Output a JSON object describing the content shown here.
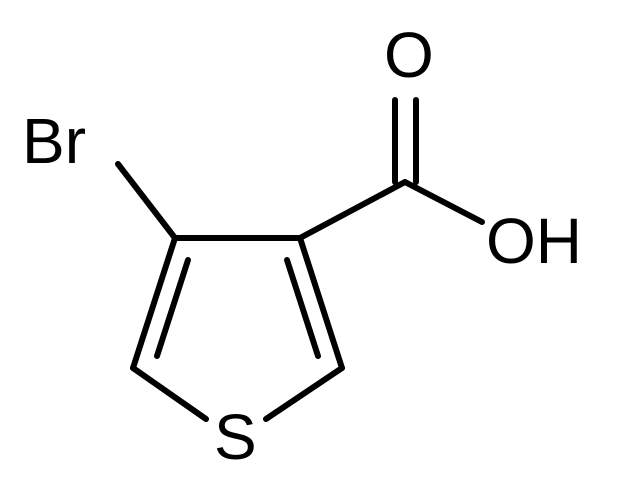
{
  "molecule": {
    "atoms": {
      "bromine": "Br",
      "carbonyl_oxygen": "O",
      "hydroxyl": "OH",
      "sulfur": "S"
    }
  },
  "colors": {
    "ink": "#000000",
    "background": "#ffffff"
  }
}
